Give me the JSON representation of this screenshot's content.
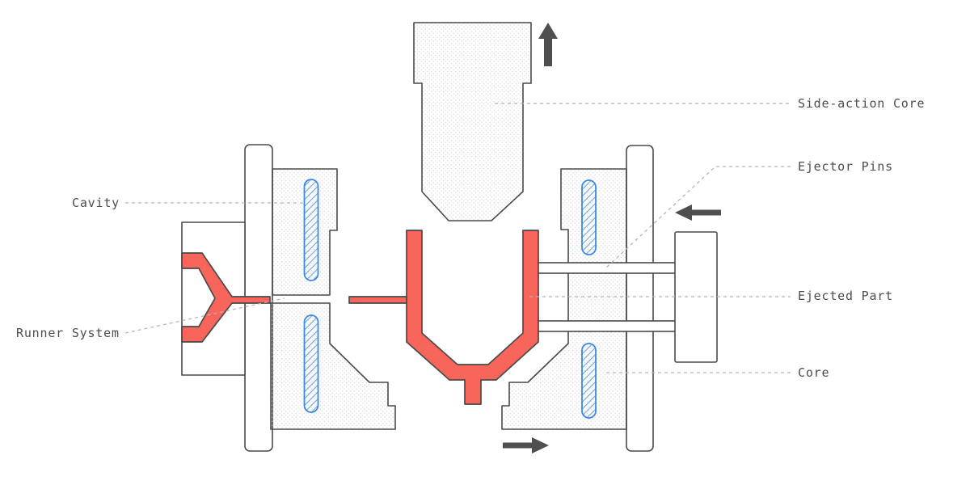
{
  "diagram": {
    "labels": {
      "cavity": "Cavity",
      "runner_system": "Runner System",
      "side_action_core": "Side-action Core",
      "ejector_pins": "Ejector Pins",
      "ejected_part": "Ejected Part",
      "core": "Core"
    },
    "colors": {
      "part_red": "#f7655b",
      "outline": "#4a4a4a",
      "cooling_blue": "#3d87e0",
      "cooling_hatch": "#6fa6e4",
      "leader": "#b5b5b5",
      "text": "#4d4d4d",
      "texture_dot": "#d9d9d9",
      "arrow": "#4f4f4f",
      "background": "#ffffff"
    }
  }
}
